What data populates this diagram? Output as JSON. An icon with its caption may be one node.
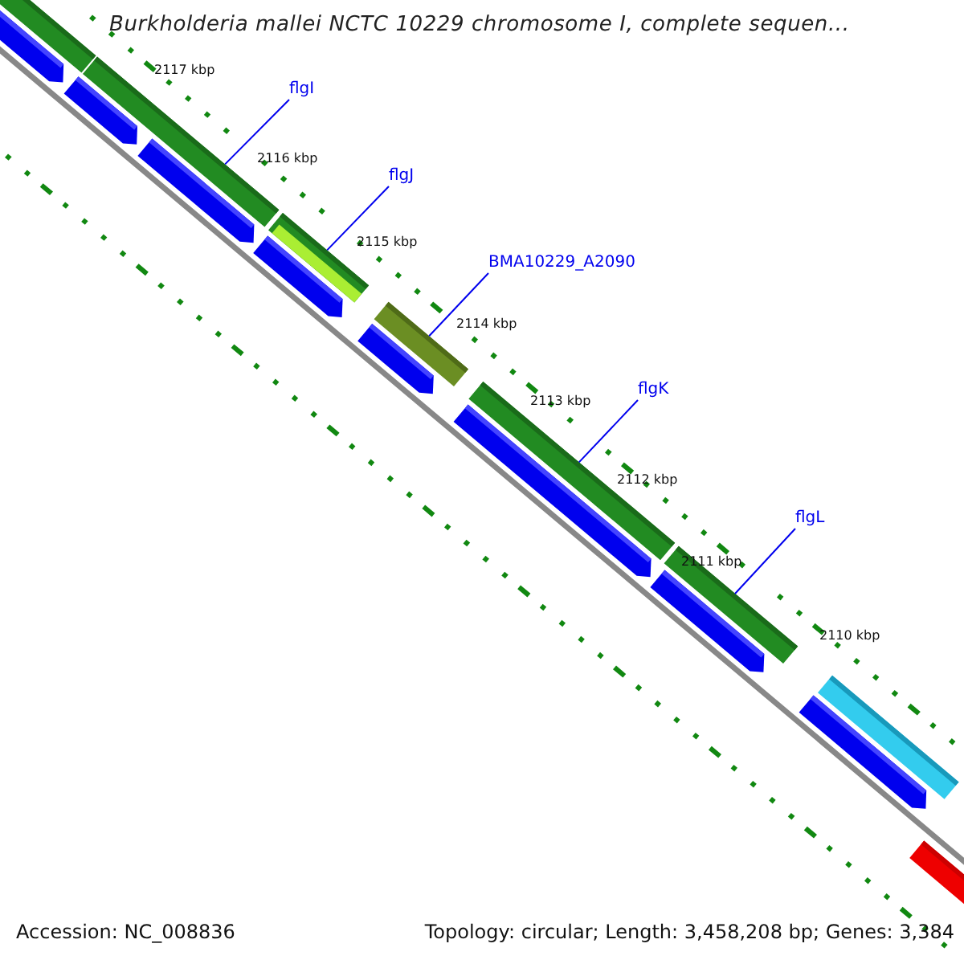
{
  "diagram": {
    "title": "Burkholderia mallei NCTC 10229 chromosome I, complete sequen...",
    "nodes": [
      {
        "text": [
          "flgI"
        ]
      },
      {
        "text": [
          "flgJ"
        ]
      },
      {
        "text": [
          "BMA10229_A2090"
        ]
      },
      {
        "text": [
          "flgK"
        ]
      },
      {
        "text": [
          "flgL"
        ]
      },
      {
        "text": [],
        "shape": "bar"
      },
      {
        "text": [],
        "shape": "arrow"
      },
      {
        "text": [],
        "shape": "bar"
      },
      {
        "text": [],
        "shape": "arrow"
      },
      {
        "text": [],
        "shape": "arrow"
      },
      {
        "text": [],
        "shape": "bar"
      },
      {
        "text": [],
        "shape": "arrow"
      },
      {
        "text": [],
        "shape": "bar"
      },
      {
        "text": [],
        "shape": "arrow"
      },
      {
        "text": [],
        "shape": "bar"
      },
      {
        "text": [],
        "shape": "arrow"
      },
      {
        "text": [],
        "shape": "bar"
      },
      {
        "text": [],
        "shape": "arrow"
      },
      {
        "text": [],
        "shape": "bar"
      },
      {
        "text": [],
        "shape": "arrow"
      },
      {
        "text": [],
        "shape": "bar"
      }
    ],
    "edges": [
      {
        "from": 0,
        "to": 7,
        "arrow": "none"
      },
      {
        "from": 1,
        "to": 10,
        "arrow": "none"
      },
      {
        "from": 2,
        "to": 12,
        "arrow": "none"
      },
      {
        "from": 3,
        "to": 14,
        "arrow": "none"
      },
      {
        "from": 4,
        "to": 16,
        "arrow": "none"
      }
    ],
    "labels": [
      "2117 kbp",
      "2116 kbp",
      "2115 kbp",
      "2114 kbp",
      "2113 kbp",
      "2112 kbp",
      "2111 kbp",
      "2110 kbp",
      "Accession: NC_008836",
      "Topology: circular; Length: 3,458,208 bp; Genes: 3,384"
    ]
  }
}
